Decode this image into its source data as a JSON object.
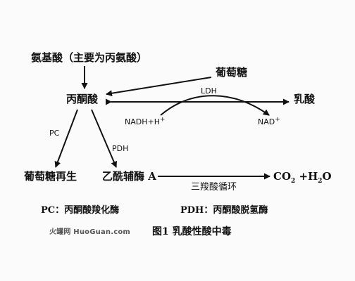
{
  "diagram": {
    "nodes": {
      "amino_acids": "氨基酸（主要为丙氨酸）",
      "glucose_input": "葡萄糖",
      "pyruvate": "丙酮酸",
      "lactate": "乳酸",
      "gluconeogenesis": "葡萄糖再生",
      "acetyl_coa": "乙酰辅酶 A",
      "co2_h2o": {
        "co2_main": "CO",
        "co2_sub": "2",
        "plus": " +H",
        "h2o_sub": "2",
        "h2o_end": "O"
      }
    },
    "edge_labels": {
      "ldh": "LDH",
      "nadh_h": {
        "main": "NADH+H",
        "sup": "+"
      },
      "nad": {
        "main": "NAD",
        "sup": "+"
      },
      "pc": "PC",
      "pdh": "PDH",
      "tca": "三羧酸循环"
    },
    "legend": {
      "pc": "PC：丙酮酸羧化酶",
      "pdh": "PDH：丙酮酸脱氢酶"
    },
    "caption": "图1  乳酸性酸中毒",
    "watermark": "火罐网  HuoGuan.com",
    "colors": {
      "ink": "#111111",
      "background": "#fbfbfb",
      "watermark": "#555555"
    }
  }
}
